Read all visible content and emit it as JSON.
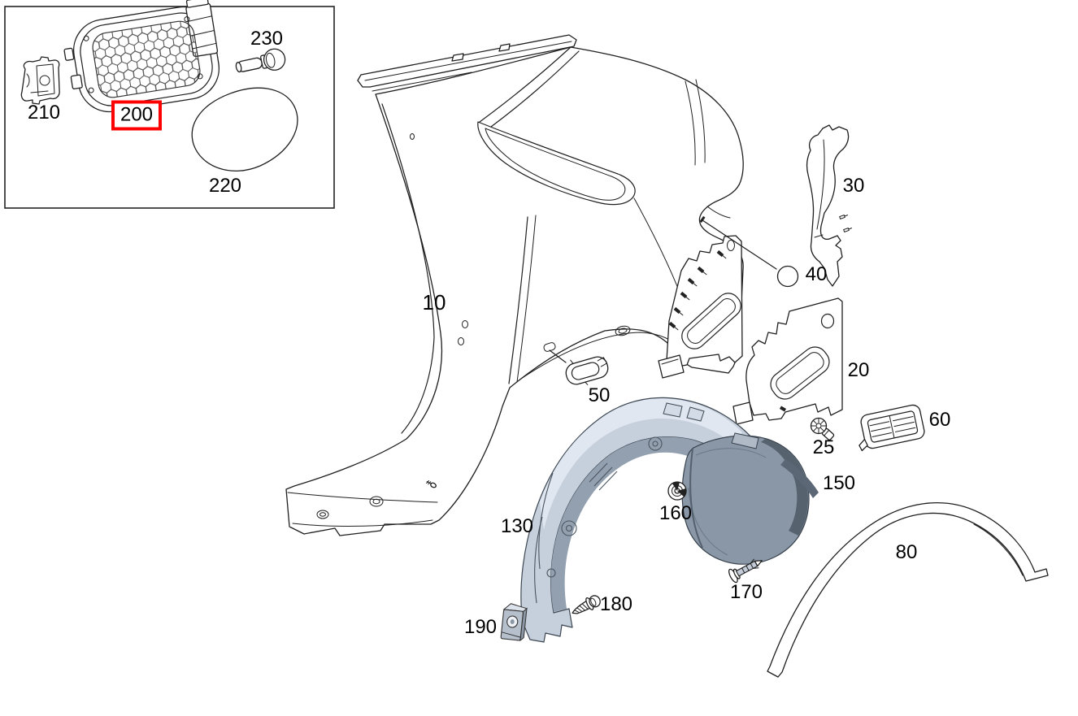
{
  "diagram": {
    "kind": "exploded-parts-diagram",
    "background_color": "#ffffff",
    "line_color": "#1f1f1f",
    "highlight_color": "#ff0000",
    "highlighted_part": "200",
    "shaded_part": "130",
    "shaded_fill": "#c6cfdc"
  },
  "inset": {
    "part_ids": [
      "210",
      "200",
      "220",
      "230"
    ]
  },
  "parts": [
    {
      "id": "210",
      "label": "210"
    },
    {
      "id": "200",
      "label": "200",
      "highlighted": true
    },
    {
      "id": "220",
      "label": "220"
    },
    {
      "id": "230",
      "label": "230"
    },
    {
      "id": "10",
      "label": "10"
    },
    {
      "id": "30",
      "label": "30"
    },
    {
      "id": "40",
      "label": "40"
    },
    {
      "id": "20",
      "label": "20"
    },
    {
      "id": "25",
      "label": "25"
    },
    {
      "id": "60",
      "label": "60"
    },
    {
      "id": "50",
      "label": "50"
    },
    {
      "id": "130",
      "label": "130"
    },
    {
      "id": "150",
      "label": "150"
    },
    {
      "id": "160",
      "label": "160"
    },
    {
      "id": "170",
      "label": "170"
    },
    {
      "id": "180",
      "label": "180"
    },
    {
      "id": "190",
      "label": "190"
    },
    {
      "id": "80",
      "label": "80"
    }
  ]
}
